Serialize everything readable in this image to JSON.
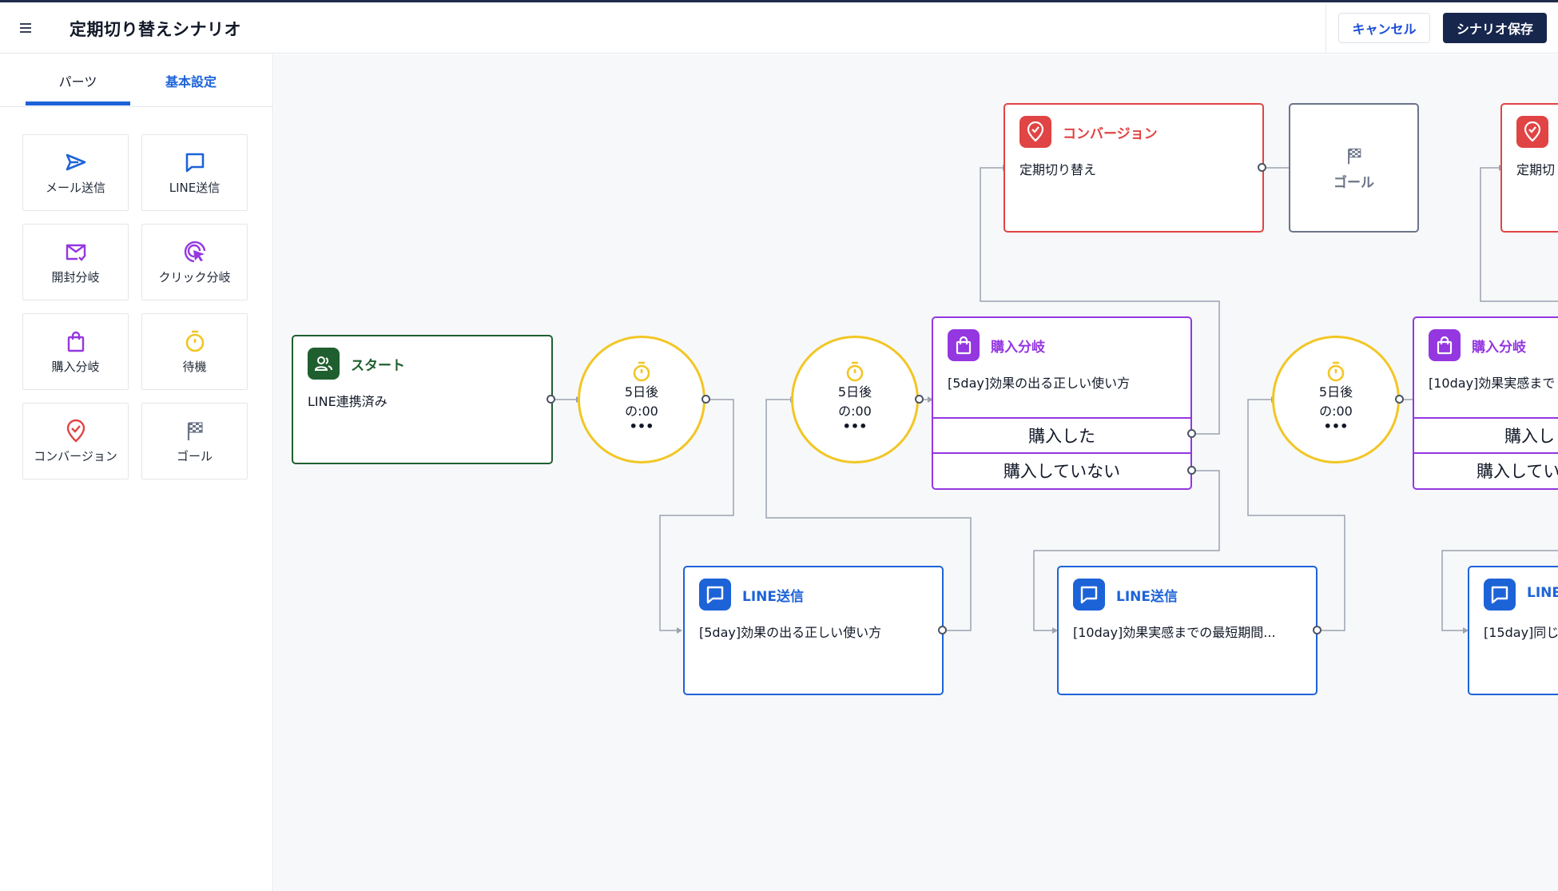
{
  "header": {
    "title": "定期切り替えシナリオ",
    "cancel_label": "キャンセル",
    "save_label": "シナリオ保存"
  },
  "sidebar": {
    "tabs": [
      {
        "label": "パーツ",
        "active": true
      },
      {
        "label": "基本設定",
        "active": false
      }
    ],
    "parts": [
      {
        "label": "メール送信",
        "icon": "send-icon",
        "color": "#1d63d8"
      },
      {
        "label": "LINE送信",
        "icon": "chat-bubble-icon",
        "color": "#1d63d8"
      },
      {
        "label": "開封分岐",
        "icon": "mail-check-icon",
        "color": "#9437e0"
      },
      {
        "label": "クリック分岐",
        "icon": "cursor-click-icon",
        "color": "#9437e0"
      },
      {
        "label": "購入分岐",
        "icon": "shopping-bag-icon",
        "color": "#9437e0"
      },
      {
        "label": "待機",
        "icon": "timer-icon",
        "color": "#f2c624"
      },
      {
        "label": "コンバージョン",
        "icon": "check-pin-icon",
        "color": "#e04444"
      },
      {
        "label": "ゴール",
        "icon": "checkered-flag-icon",
        "color": "#6b7587"
      }
    ]
  },
  "canvas": {
    "start": {
      "title": "スタート",
      "body": "LINE連携済み"
    },
    "waits": [
      {
        "line1": "5日後",
        "line2": "の:00",
        "dots": "•••"
      },
      {
        "line1": "5日後",
        "line2": "の:00",
        "dots": "•••"
      },
      {
        "line1": "5日後",
        "line2": "の:00",
        "dots": "•••"
      }
    ],
    "conversion1": {
      "title": "コンバージョン",
      "body": "定期切り替え"
    },
    "goal": {
      "label": "ゴール"
    },
    "conversion2": {
      "body": "定期切"
    },
    "branch1": {
      "title": "購入分岐",
      "body": "[5day]効果の出る正しい使い方",
      "yes": "購入した",
      "no": "購入していない"
    },
    "branch2": {
      "title": "購入分岐",
      "body": "[10day]効果実感まで",
      "yes": "購入し",
      "no": "購入してい"
    },
    "line1": {
      "title": "LINE送信",
      "body": "[5day]効果の出る正しい使い方"
    },
    "line2": {
      "title": "LINE送信",
      "body": "[10day]効果実感までの最短期間..."
    },
    "line3": {
      "title": "LINE",
      "body": "[15day]同じ"
    }
  },
  "colors": {
    "header_dark": "#17264d",
    "link_blue": "#1d63d8",
    "start_green": "#1f5f2f",
    "conversion_red": "#e04444",
    "branch_purple": "#9437e0",
    "wait_yellow": "#f2c624",
    "goal_gray": "#6b7587"
  }
}
